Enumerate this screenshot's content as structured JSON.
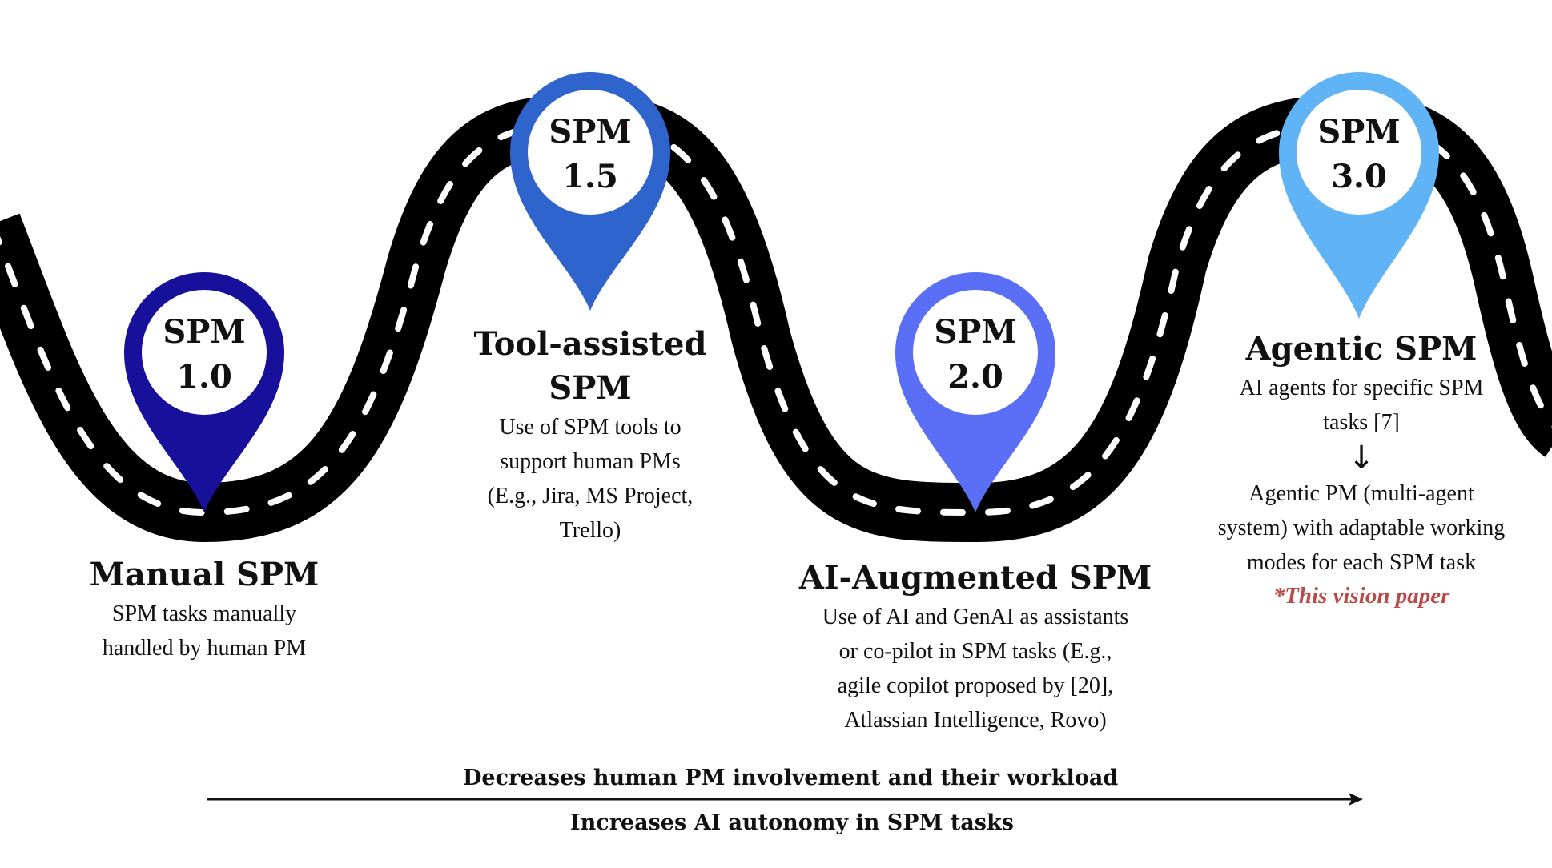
{
  "stages": [
    {
      "pin_label_line1": "SPM",
      "pin_label_line2": "1.0",
      "pin_color": "#17109a",
      "title": "Manual SPM",
      "description": "SPM tasks manually\nhandled by human PM"
    },
    {
      "pin_label_line1": "SPM",
      "pin_label_line2": "1.5",
      "pin_color": "#2e64cc",
      "title": "Tool-assisted\nSPM",
      "description": "Use of SPM tools to\nsupport human PMs\n(E.g., Jira, MS Project,\nTrello)"
    },
    {
      "pin_label_line1": "SPM",
      "pin_label_line2": "2.0",
      "pin_color": "#5a6ff6",
      "title": "AI-Augmented SPM",
      "description": "Use of AI and GenAI as assistants\nor co-pilot in SPM tasks (E.g.,\nagile copilot proposed by [20],\nAtlassian Intelligence, Rovo)"
    },
    {
      "pin_label_line1": "SPM",
      "pin_label_line2": "3.0",
      "pin_color": "#60b3f5",
      "title": "Agentic SPM",
      "description": "AI agents for specific SPM\ntasks [7]",
      "arrow_icon": "down-arrow-icon",
      "description_2": "Agentic PM (multi-agent\nsystem) with adaptable working\nmodes for each SPM task",
      "note": "*This vision paper",
      "note_color": "#b94a48"
    }
  ],
  "road": {
    "color": "#000000",
    "dash_color": "#ffffff"
  },
  "axis": {
    "top_label": "Decreases human PM involvement and  their workload",
    "bottom_label": "Increases AI autonomy in SPM tasks"
  }
}
